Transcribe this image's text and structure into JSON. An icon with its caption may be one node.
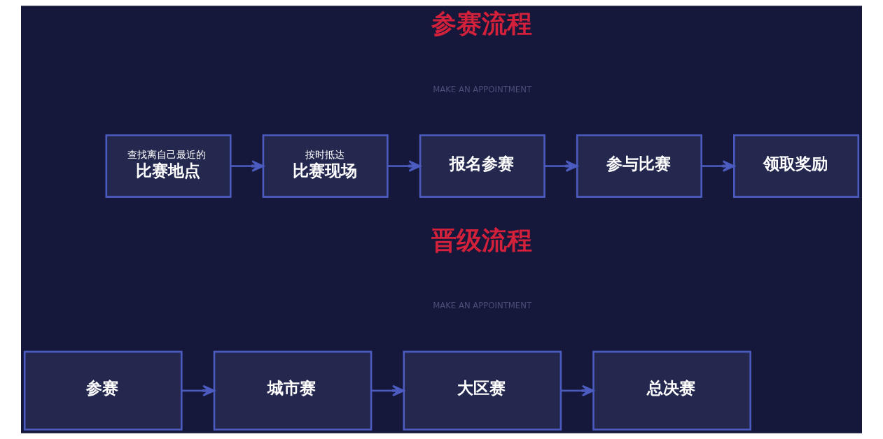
{
  "diagram": {
    "nodes": [
      {
        "text": [
          "查找离自己最近的",
          "比赛地点"
        ]
      },
      {
        "text": [
          "按时抵达",
          "比赛现场"
        ]
      },
      {
        "text": [
          "报名参赛"
        ]
      },
      {
        "text": [
          "参与比赛"
        ]
      },
      {
        "text": [
          "领取奖励"
        ]
      },
      {
        "text": [
          "参赛"
        ]
      },
      {
        "text": [
          "城市赛"
        ]
      },
      {
        "text": [
          "大区赛"
        ]
      },
      {
        "text": [
          "总决赛"
        ]
      }
    ],
    "edges": [
      {
        "from": 0,
        "to": 1,
        "arrow": "to"
      },
      {
        "from": 1,
        "to": 2,
        "arrow": "to"
      },
      {
        "from": 2,
        "to": 3,
        "arrow": "to"
      },
      {
        "from": 3,
        "to": 4,
        "arrow": "to"
      },
      {
        "from": 5,
        "to": 6,
        "arrow": "to"
      },
      {
        "from": 6,
        "to": 7,
        "arrow": "to"
      },
      {
        "from": 7,
        "to": 8,
        "arrow": "to"
      }
    ],
    "labels": [
      "参赛流程",
      "MAKE AN APPOINTMENT",
      "晋级流程",
      "MAKE AN APPOINTMENT"
    ]
  }
}
